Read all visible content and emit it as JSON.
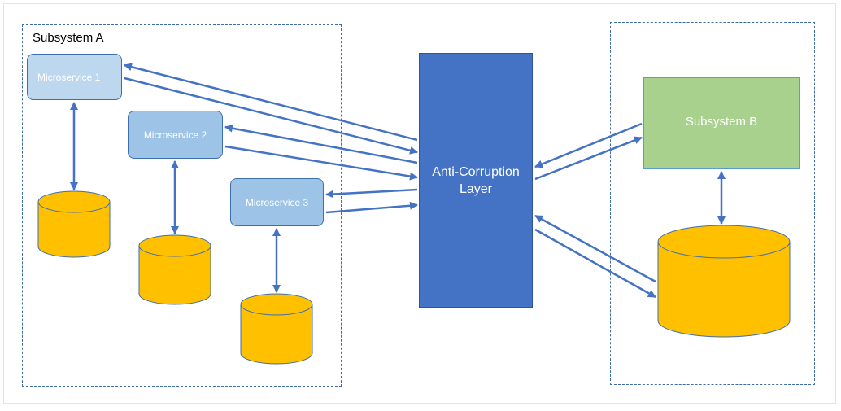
{
  "diagram": {
    "subsystem_a": {
      "title": "Subsystem A"
    },
    "microservices": [
      {
        "label": "Microservice 1"
      },
      {
        "label": "Microservice 2"
      },
      {
        "label": "Microservice 3"
      }
    ],
    "anti_corruption_layer": {
      "line1": "Anti-Corruption",
      "line2": "Layer"
    },
    "subsystem_b": {
      "label": "Subsystem B"
    },
    "colors": {
      "arrow": "#4472c4",
      "database_fill": "#ffc000",
      "database_stroke": "#3f6faa",
      "acl_fill": "#4472c4",
      "subsystem_b_fill": "#a9d18e",
      "microservice_fill": "#9dc3e6"
    }
  }
}
